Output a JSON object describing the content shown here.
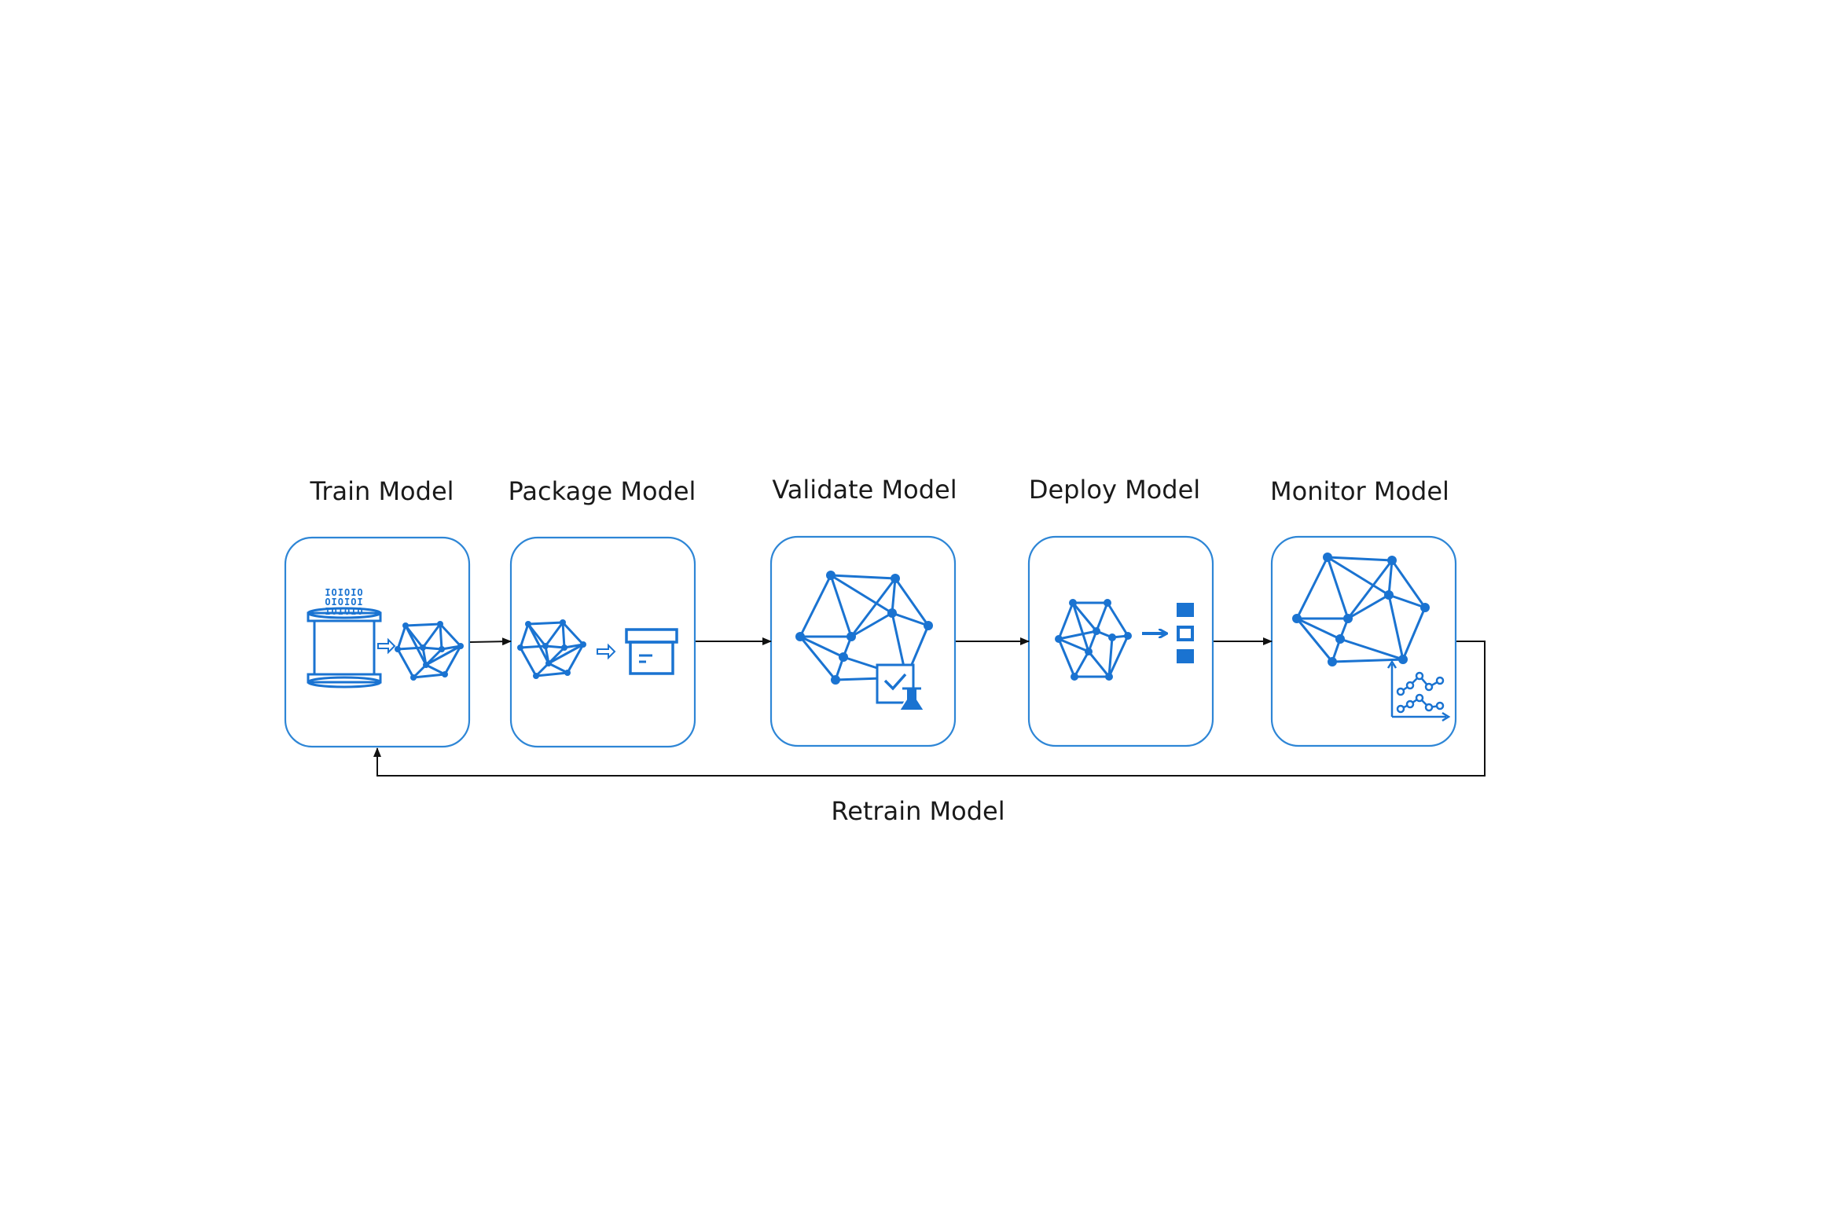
{
  "stages": [
    {
      "label": "Train Model"
    },
    {
      "label": "Package Model"
    },
    {
      "label": "Validate Model"
    },
    {
      "label": "Deploy Model"
    },
    {
      "label": "Monitor Model"
    }
  ],
  "feedback": {
    "label": "Retrain Model"
  },
  "binary_rows": [
    "IOIOIO",
    "OIOIOI",
    "IOIOIO"
  ],
  "colors": {
    "accent": "#1a73d1",
    "box_border": "#2e86d6",
    "arrow": "#111111"
  },
  "icons": [
    "database-icon",
    "neural-network-icon",
    "package-box-icon",
    "validation-checklist-icon",
    "lab-flask-icon",
    "server-deploy-icon",
    "line-chart-icon"
  ]
}
